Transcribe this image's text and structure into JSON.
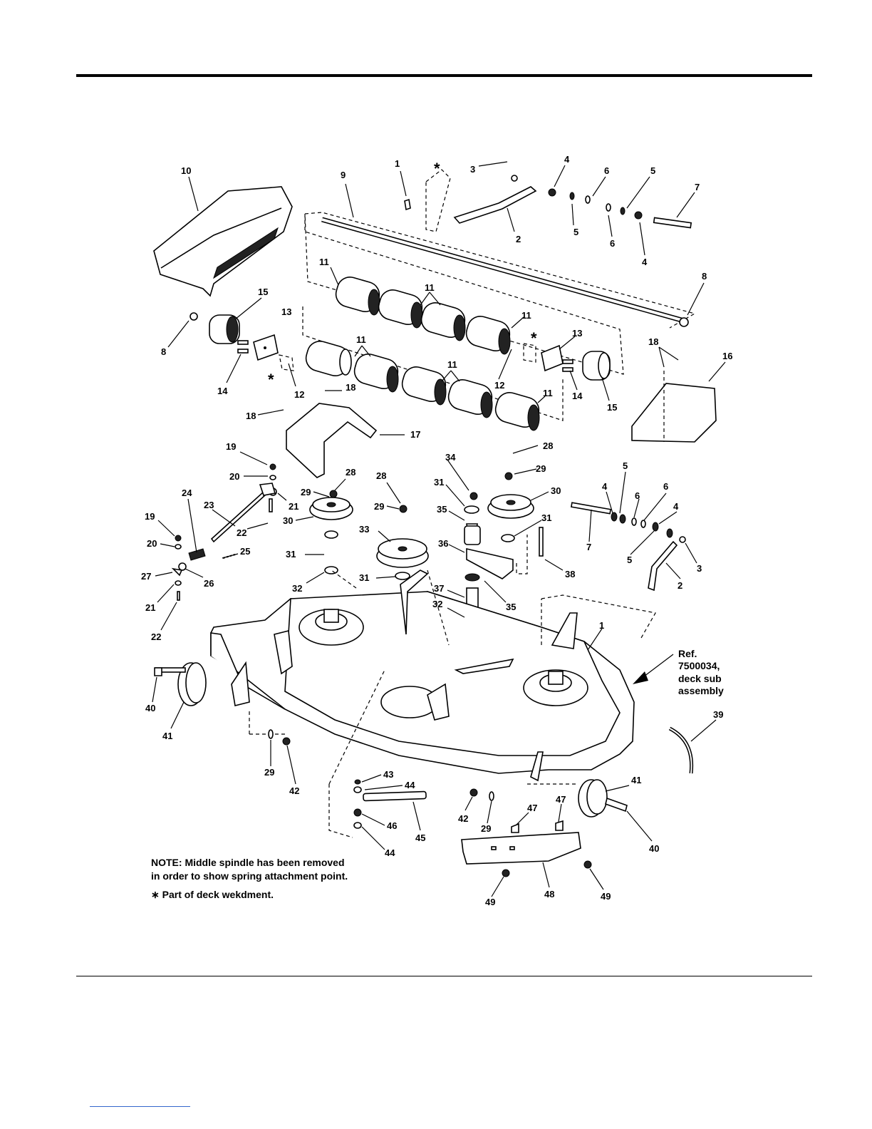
{
  "page": {
    "diagram_title": "",
    "note_line1": "NOTE: Middle spindle has been removed",
    "note_line2": "in order to show spring attachment point.",
    "note_star": "∗ Part of deck wekdment.",
    "ref_line1": "Ref.",
    "ref_line2": "7500034,",
    "ref_line3": "deck sub",
    "ref_line4": "assembly"
  },
  "callouts": [
    {
      "id": "c1",
      "text": "10"
    },
    {
      "id": "c2",
      "text": "9"
    },
    {
      "id": "c3",
      "text": "1"
    },
    {
      "id": "c4",
      "text": "*"
    },
    {
      "id": "c5",
      "text": "3"
    },
    {
      "id": "c6",
      "text": "2"
    },
    {
      "id": "c7",
      "text": "4"
    },
    {
      "id": "c8",
      "text": "5"
    },
    {
      "id": "c9",
      "text": "6"
    },
    {
      "id": "c10",
      "text": "6"
    },
    {
      "id": "c11",
      "text": "5"
    },
    {
      "id": "c12",
      "text": "4"
    },
    {
      "id": "c13",
      "text": "7"
    },
    {
      "id": "c14",
      "text": "11"
    },
    {
      "id": "c15",
      "text": "11"
    },
    {
      "id": "c16",
      "text": "11"
    },
    {
      "id": "c17",
      "text": "8"
    },
    {
      "id": "c18",
      "text": "15"
    },
    {
      "id": "c19",
      "text": "13"
    },
    {
      "id": "c20",
      "text": "8"
    },
    {
      "id": "c21",
      "text": "14"
    },
    {
      "id": "c22",
      "text": "*"
    },
    {
      "id": "c23",
      "text": "12"
    },
    {
      "id": "c24",
      "text": "11"
    },
    {
      "id": "c25",
      "text": "11"
    },
    {
      "id": "c26",
      "text": "12"
    },
    {
      "id": "c27",
      "text": "*"
    },
    {
      "id": "c28",
      "text": "13"
    },
    {
      "id": "c29",
      "text": "14"
    },
    {
      "id": "c30",
      "text": "15"
    },
    {
      "id": "c31",
      "text": "11"
    },
    {
      "id": "c32",
      "text": "18"
    },
    {
      "id": "c33",
      "text": "18"
    },
    {
      "id": "c34",
      "text": "16"
    },
    {
      "id": "c35",
      "text": "18"
    },
    {
      "id": "c36",
      "text": "17"
    },
    {
      "id": "c37",
      "text": "19"
    },
    {
      "id": "c38",
      "text": "20"
    },
    {
      "id": "c39",
      "text": "21"
    },
    {
      "id": "c40",
      "text": "24"
    },
    {
      "id": "c41",
      "text": "23"
    },
    {
      "id": "c42",
      "text": "28"
    },
    {
      "id": "c43",
      "text": "29"
    },
    {
      "id": "c44",
      "text": "30"
    },
    {
      "id": "c45",
      "text": "28"
    },
    {
      "id": "c46",
      "text": "29"
    },
    {
      "id": "c47",
      "text": "33"
    },
    {
      "id": "c48",
      "text": "34"
    },
    {
      "id": "c49",
      "text": "31"
    },
    {
      "id": "c50",
      "text": "35"
    },
    {
      "id": "c51",
      "text": "28"
    },
    {
      "id": "c52",
      "text": "29"
    },
    {
      "id": "c53",
      "text": "30"
    },
    {
      "id": "c54",
      "text": "31"
    },
    {
      "id": "c55",
      "text": "19"
    },
    {
      "id": "c56",
      "text": "20"
    },
    {
      "id": "c57",
      "text": "22"
    },
    {
      "id": "c58",
      "text": "25"
    },
    {
      "id": "c59",
      "text": "31"
    },
    {
      "id": "c60",
      "text": "31"
    },
    {
      "id": "c61",
      "text": "36"
    },
    {
      "id": "c62",
      "text": "27"
    },
    {
      "id": "c63",
      "text": "26"
    },
    {
      "id": "c64",
      "text": "32"
    },
    {
      "id": "c65",
      "text": "37"
    },
    {
      "id": "c66",
      "text": "35"
    },
    {
      "id": "c67",
      "text": "21"
    },
    {
      "id": "c68",
      "text": "32"
    },
    {
      "id": "c69",
      "text": "22"
    },
    {
      "id": "c70",
      "text": "5"
    },
    {
      "id": "c71",
      "text": "4"
    },
    {
      "id": "c72",
      "text": "6"
    },
    {
      "id": "c73",
      "text": "6"
    },
    {
      "id": "c74",
      "text": "4"
    },
    {
      "id": "c75",
      "text": "7"
    },
    {
      "id": "c76",
      "text": "5"
    },
    {
      "id": "c77",
      "text": "3"
    },
    {
      "id": "c78",
      "text": "2"
    },
    {
      "id": "c79",
      "text": "38"
    },
    {
      "id": "c80",
      "text": "1"
    },
    {
      "id": "c81",
      "text": "40"
    },
    {
      "id": "c82",
      "text": "41"
    },
    {
      "id": "c83",
      "text": "39"
    },
    {
      "id": "c84",
      "text": "29"
    },
    {
      "id": "c85",
      "text": "42"
    },
    {
      "id": "c86",
      "text": "43"
    },
    {
      "id": "c87",
      "text": "44"
    },
    {
      "id": "c88",
      "text": "46"
    },
    {
      "id": "c89",
      "text": "44"
    },
    {
      "id": "c90",
      "text": "45"
    },
    {
      "id": "c91",
      "text": "42"
    },
    {
      "id": "c92",
      "text": "29"
    },
    {
      "id": "c93",
      "text": "47"
    },
    {
      "id": "c94",
      "text": "47"
    },
    {
      "id": "c95",
      "text": "41"
    },
    {
      "id": "c96",
      "text": "40"
    },
    {
      "id": "c97",
      "text": "49"
    },
    {
      "id": "c98",
      "text": "48"
    },
    {
      "id": "c99",
      "text": "49"
    }
  ]
}
